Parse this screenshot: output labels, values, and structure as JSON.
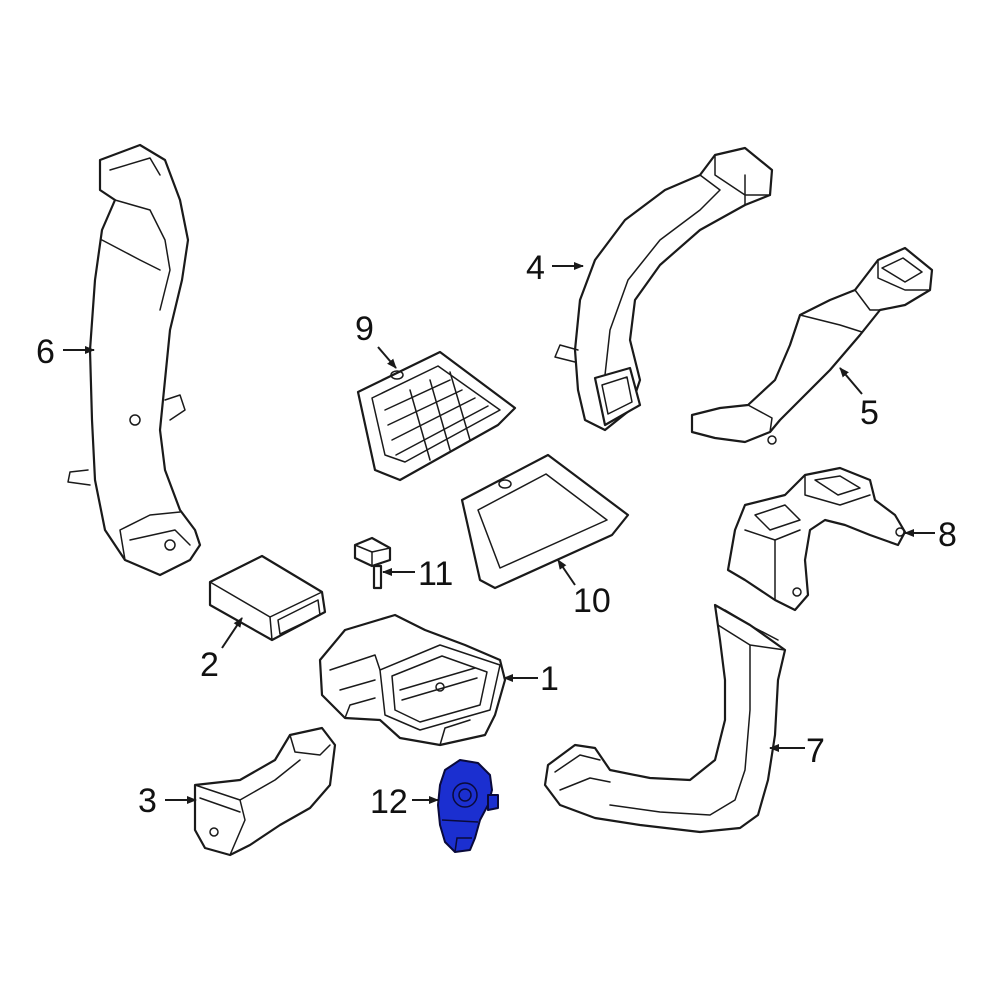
{
  "diagram": {
    "highlight_color": "#1b2fd0",
    "callouts": [
      {
        "id": "1",
        "label": "1"
      },
      {
        "id": "2",
        "label": "2"
      },
      {
        "id": "3",
        "label": "3"
      },
      {
        "id": "4",
        "label": "4"
      },
      {
        "id": "5",
        "label": "5"
      },
      {
        "id": "6",
        "label": "6"
      },
      {
        "id": "7",
        "label": "7"
      },
      {
        "id": "8",
        "label": "8"
      },
      {
        "id": "9",
        "label": "9"
      },
      {
        "id": "10",
        "label": "10"
      },
      {
        "id": "11",
        "label": "11"
      },
      {
        "id": "12",
        "label": "12"
      }
    ]
  }
}
